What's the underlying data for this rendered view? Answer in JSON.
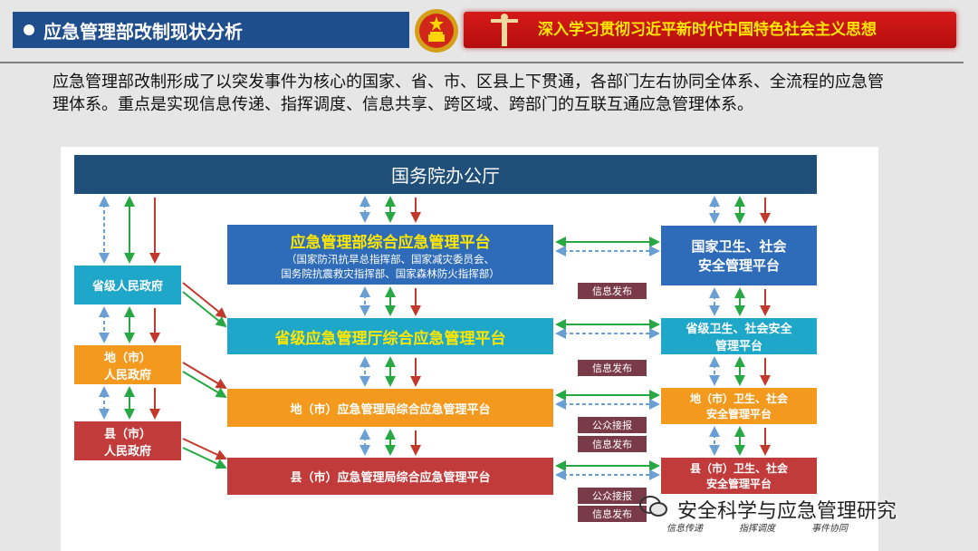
{
  "header": {
    "title": "应急管理部改制现状分析",
    "banner": "深入学习贯彻习近平新时代中国特色社会主义思想"
  },
  "intro": "应急管理部改制形成了以突发事件为核心的国家、省、市、区县上下贯通，各部门左右协同全体系、全流程的应急管理体系。重点是实现信息传递、指挥调度、信息共享、跨区域、跨部门的互联互通应急管理体系。",
  "diagram": {
    "top": "国务院办公厅",
    "left": {
      "province": "省级人民政府",
      "city_1": "地（市）",
      "city_2": "人民政府",
      "county_1": "县（市）",
      "county_2": "人民政府"
    },
    "center": {
      "ministry_title": "应急管理部综合应急管理平台",
      "ministry_sub_1": "（国家防汛抗旱总指挥部、国家减灾委员会、",
      "ministry_sub_2": "国务院抗震救灾指挥部、国家森林防火指挥部）",
      "province": "省级应急管理厅综合应急管理平台",
      "city": "地（市）应急管理局综合应急管理平台",
      "county": "县（市）应急管理局综合应急管理平台"
    },
    "right": {
      "national_1": "国家卫生、社会",
      "national_2": "安全管理平台",
      "province_1": "省级卫生、社会安全",
      "province_2": "管理平台",
      "city_1": "地（市）卫生、社会",
      "city_2": "安全管理平台",
      "county_1": "县（市）卫生、社会",
      "county_2": "安全管理平台"
    },
    "tags": {
      "info_release": "信息发布",
      "public_report": "公众接报"
    }
  },
  "watermark": {
    "text": "安全科学与应急管理研究",
    "sub": [
      "信息传递",
      "指挥调度",
      "事件协同"
    ]
  },
  "colors": {
    "navy": "#1f4e79",
    "blue": "#2e6bb8",
    "cyan": "#1fa7c9",
    "orange": "#f39a1e",
    "red": "#c23b3b",
    "tag": "#7a3b49",
    "arrow_red": "#c0392b",
    "arrow_green": "#27a845",
    "arrow_blue": "#6a9fd4"
  }
}
